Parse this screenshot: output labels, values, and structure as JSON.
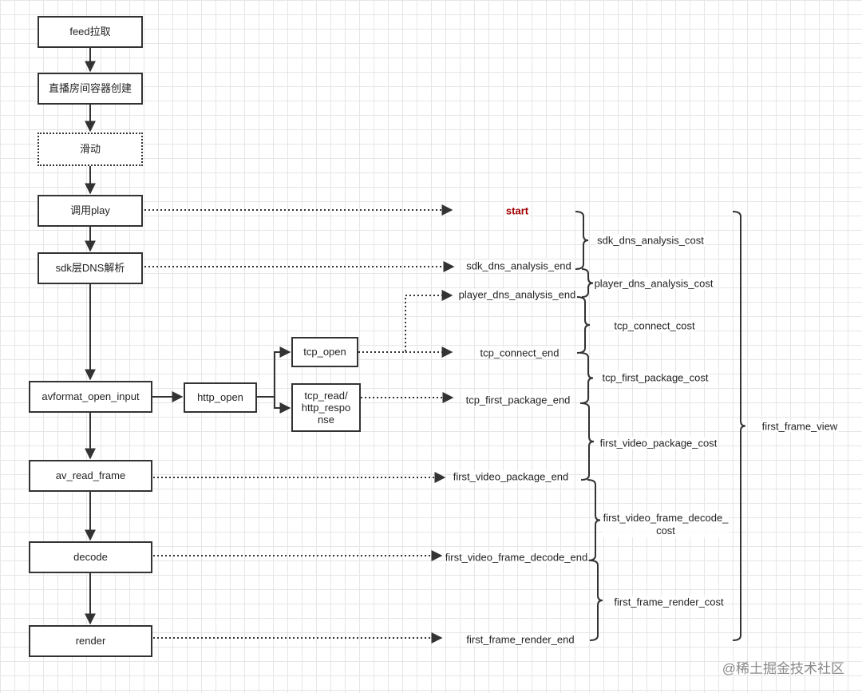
{
  "flow": {
    "feed": "feed拉取",
    "container": "直播房间容器创建",
    "swipe": "滑动",
    "play": "调用play",
    "sdk_dns": "sdk层DNS解析",
    "avformat": "avformat_open_input",
    "http_open": "http_open",
    "tcp_open": "tcp_open",
    "tcp_read": "tcp_read/\nhttp_respo\nnse",
    "av_read_frame": "av_read_frame",
    "decode": "decode",
    "render": "render"
  },
  "events": {
    "start": "start",
    "sdk_dns_analysis_end": "sdk_dns_analysis_end",
    "player_dns_analysis_end": "player_dns_analysis_end",
    "tcp_connect_end": "tcp_connect_end",
    "tcp_first_package_end": "tcp_first_package_end",
    "first_video_package_end": "first_video_package_end",
    "first_video_frame_decode_end": "first_video_frame_decode_end",
    "first_frame_render_end": "first_frame_render_end"
  },
  "costs": {
    "sdk_dns_analysis_cost": "sdk_dns_analysis_cost",
    "player_dns_analysis_cost": "player_dns_analysis_cost",
    "tcp_connect_cost": "tcp_connect_cost",
    "tcp_first_package_cost": "tcp_first_package_cost",
    "first_video_package_cost": "first_video_package_cost",
    "first_video_frame_decode_cost": "first_video_frame_decode_\ncost",
    "first_frame_render_cost": "first_frame_render_cost",
    "first_frame_view": "first_frame_view"
  },
  "watermark": "@稀土掘金技术社区",
  "colors": {
    "line": "#333333",
    "start": "#a00000",
    "grid": "#e6e6e6"
  }
}
